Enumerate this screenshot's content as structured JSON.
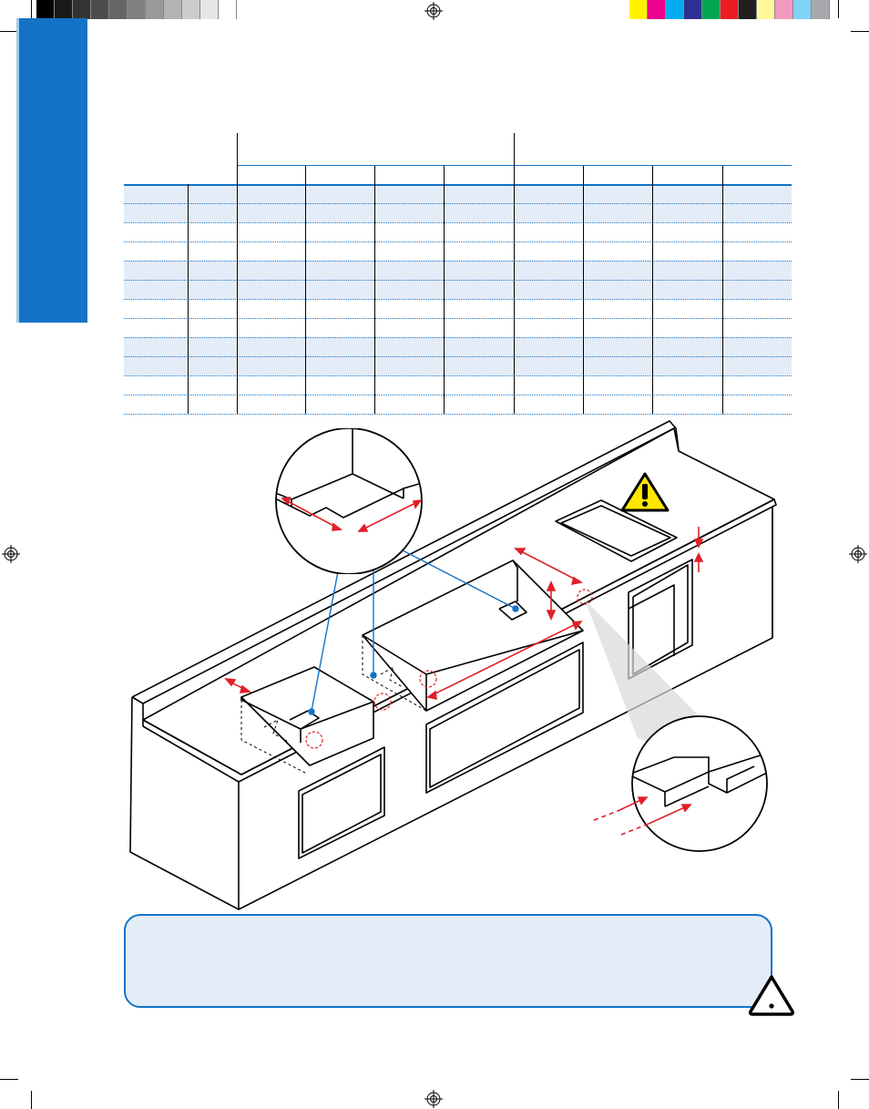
{
  "colors": {
    "accent": "#1473c6",
    "band_fill": "#e4ecf8",
    "dimension_red": "#e0202a",
    "warning_yellow": "#ffe600"
  },
  "gray_swatches": [
    "#000000",
    "#1a1a1a",
    "#333333",
    "#4d4d4d",
    "#666666",
    "#808080",
    "#999999",
    "#b3b3b3",
    "#cccccc",
    "#e6e6e6",
    "#ffffff"
  ],
  "color_swatches": [
    "#fff200",
    "#ec008c",
    "#00aeef",
    "#2e3192",
    "#00a651",
    "#ed1c24",
    "#231f20",
    "#fff799",
    "#f49ac1",
    "#7fd3f7",
    "#a7a9ac"
  ],
  "table": {
    "group_columns": 2,
    "subcolumns_per_group": 4,
    "row_pairs": 6
  },
  "icons": {
    "warning_main": "warning-triangle-icon",
    "warning_note": "caution-triangle-icon",
    "registration": "registration-mark-icon"
  }
}
